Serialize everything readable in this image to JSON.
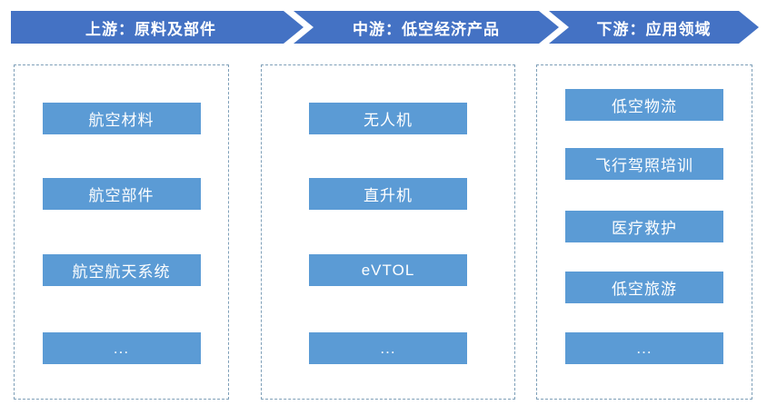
{
  "header": {
    "segments": [
      {
        "label": "上游：原料及部件"
      },
      {
        "label": "中游：低空经济产品"
      },
      {
        "label": "下游：应用领域"
      }
    ]
  },
  "columns": [
    {
      "name": "upstream",
      "items": [
        "航空材料",
        "航空部件",
        "航空航天系统",
        "..."
      ]
    },
    {
      "name": "midstream",
      "items": [
        "无人机",
        "直升机",
        "eVTOL",
        "..."
      ]
    },
    {
      "name": "downstream",
      "items": [
        "低空物流",
        "飞行驾照培训",
        "医疗救护",
        "低空旅游",
        "..."
      ]
    }
  ],
  "colors": {
    "header_blue": "#4472C4",
    "item_blue": "#5B9BD5",
    "dashed_border": "#7E9FB8",
    "text": "#FFFFFF"
  }
}
